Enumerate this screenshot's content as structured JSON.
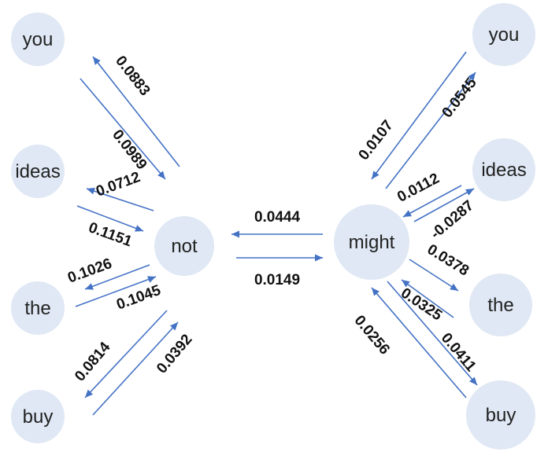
{
  "colors": {
    "node_fill": "#dfe8f4",
    "arrow": "#4472c4",
    "text": "#222222"
  },
  "nodes": {
    "you_left": "you",
    "ideas_left": "ideas",
    "the_left": "the",
    "buy_left": "buy",
    "not": "not",
    "might": "might",
    "you_right": "you",
    "ideas_right": "ideas",
    "the_right": "the",
    "buy_right": "buy"
  },
  "edges": {
    "not_to_you_left": "0.0883",
    "you_left_to_not": "0.0989",
    "not_to_ideas_left": "0.0712",
    "ideas_left_to_not": "0.1151",
    "not_to_the_left": "0.1026",
    "the_left_to_not": "0.1045",
    "not_to_buy_left": "0.0814",
    "buy_left_to_not": "0.0392",
    "might_to_not": "0.0444",
    "not_to_might": "0.0149",
    "might_to_you_right": "0.0545",
    "you_right_to_might": "0.0107",
    "might_to_ideas_right": "-0.0287",
    "ideas_right_to_might": "0.0112",
    "might_to_the_right": "0.0378",
    "the_right_to_might": "0.0325",
    "might_to_buy_right": "0.0411",
    "buy_right_to_might": "0.0256"
  }
}
